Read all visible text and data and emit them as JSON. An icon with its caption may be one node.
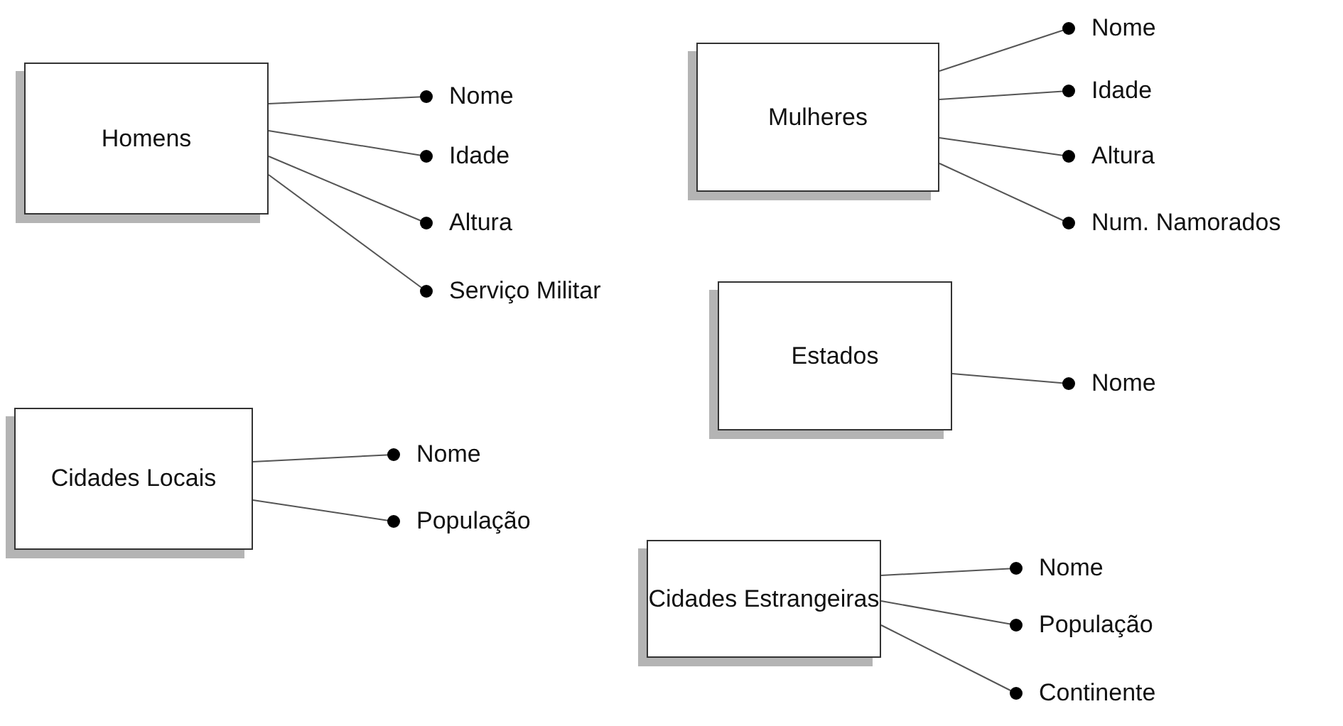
{
  "diagram": {
    "nodes": [
      {
        "text": [
          "Homens"
        ]
      },
      {
        "text": [
          "Nome"
        ]
      },
      {
        "text": [
          "Idade"
        ]
      },
      {
        "text": [
          "Altura"
        ]
      },
      {
        "text": [
          "Serviço Militar"
        ]
      },
      {
        "text": [
          "Mulheres"
        ]
      },
      {
        "text": [
          "Nome"
        ]
      },
      {
        "text": [
          "Idade"
        ]
      },
      {
        "text": [
          "Altura"
        ]
      },
      {
        "text": [
          "Num. Namorados"
        ]
      },
      {
        "text": [
          "Estados"
        ]
      },
      {
        "text": [
          "Nome"
        ]
      },
      {
        "text": [
          "Cidades Locais"
        ]
      },
      {
        "text": [
          "Nome"
        ]
      },
      {
        "text": [
          "População"
        ]
      },
      {
        "text": [
          "Cidades Estrangeiras"
        ]
      },
      {
        "text": [
          "Nome"
        ]
      },
      {
        "text": [
          "População"
        ]
      },
      {
        "text": [
          "Continente"
        ]
      }
    ],
    "edges": [
      {
        "from": 0,
        "to": 1,
        "arrow": "other"
      },
      {
        "from": 0,
        "to": 2,
        "arrow": "other"
      },
      {
        "from": 0,
        "to": 3,
        "arrow": "other"
      },
      {
        "from": 0,
        "to": 4,
        "arrow": "other"
      },
      {
        "from": 5,
        "to": 6,
        "arrow": "other"
      },
      {
        "from": 5,
        "to": 7,
        "arrow": "other"
      },
      {
        "from": 5,
        "to": 8,
        "arrow": "other"
      },
      {
        "from": 5,
        "to": 9,
        "arrow": "other"
      },
      {
        "from": 10,
        "to": 11,
        "arrow": "other"
      },
      {
        "from": 12,
        "to": 13,
        "arrow": "other"
      },
      {
        "from": 12,
        "to": 14,
        "arrow": "other"
      },
      {
        "from": 15,
        "to": 16,
        "arrow": "other"
      },
      {
        "from": 15,
        "to": 17,
        "arrow": "other"
      },
      {
        "from": 15,
        "to": 18,
        "arrow": "other"
      }
    ]
  }
}
